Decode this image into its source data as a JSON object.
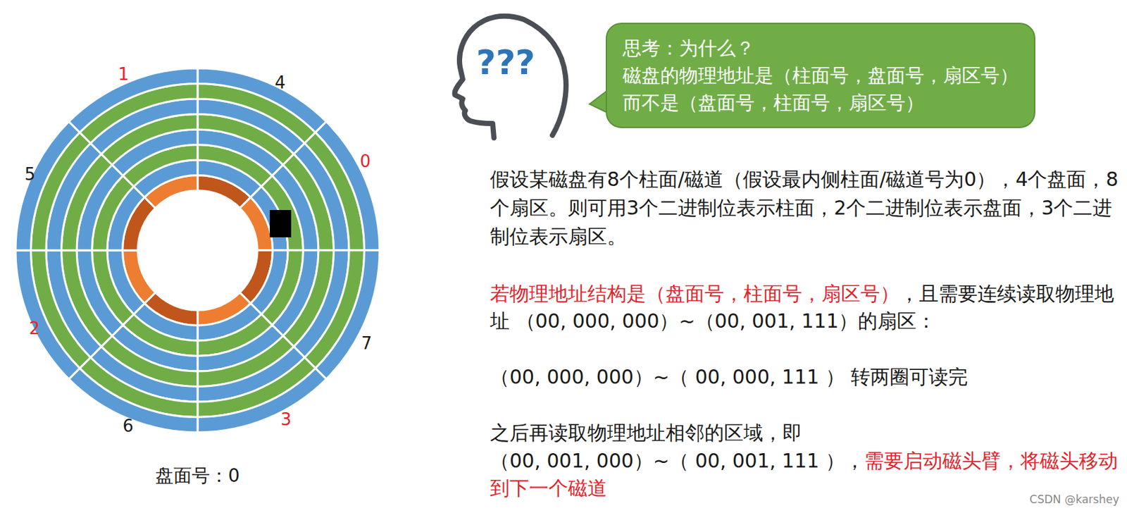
{
  "diagram": {
    "nodes": [
      {
        "text": [
          "思考：为什么？",
          "磁盘的物理地址是（柱面号，盘面号，扇区号）",
          "而不是（盘面号，柱面号，扇区号）"
        ]
      }
    ],
    "labels": [
      "1",
      "4",
      "0",
      "5",
      "2",
      "7",
      "6",
      "3",
      "盘面号：0",
      "???",
      "假设某磁盘有8个柱面/磁道（假设最内侧柱面/磁道号为0），4个盘面，8个扇区。则可用3个二进制位表示柱面，2个二进制位表示盘面，3个二进制位表示扇区。",
      "若物理地址结构是（盘面号，柱面号，扇区号）",
      "，且需要连续读取物理地址 （00, 000, 000）~（00, 001, 111）的扇区：",
      "（00, 000, 000）~（ 00, 000, 111 ） 转两圈可读完",
      "之后再读取物理地址相邻的区域，即",
      "（00, 001, 000）~（ 00, 001, 111 ），",
      "需要启动磁头臂，将磁头移动到下一个磁道",
      "CSDN @karshey"
    ]
  }
}
